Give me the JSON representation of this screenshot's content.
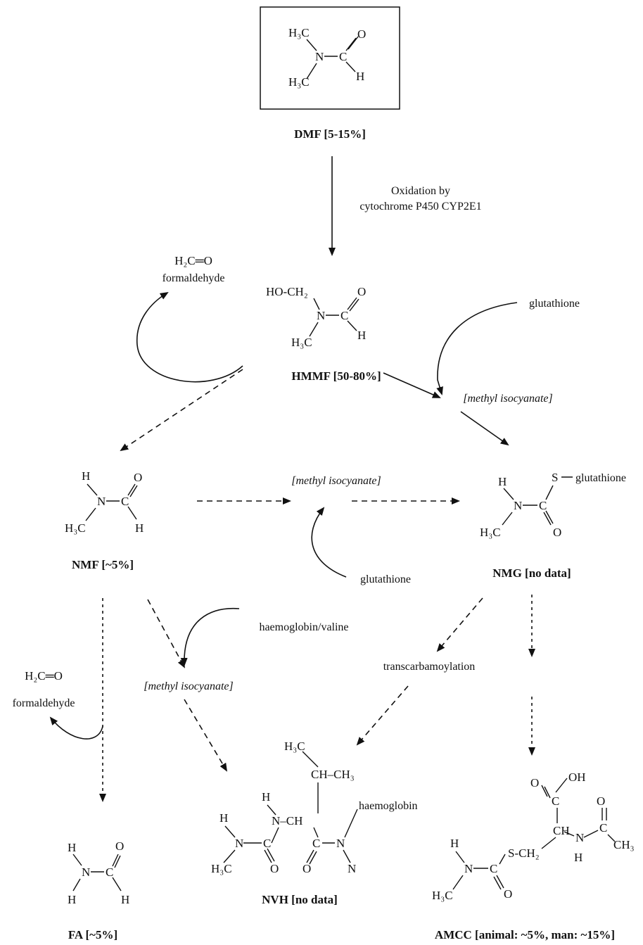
{
  "compounds": {
    "dmf": {
      "label": "DMF [5-15%]",
      "me_top": "H₃C",
      "me_bot": "H₃C",
      "n": "N",
      "c": "C",
      "o": "O",
      "h": "H"
    },
    "hmmf": {
      "label": "HMMF [50-80%]",
      "hoch2": "HO-CH₂",
      "me_bot": "H₃C",
      "n": "N",
      "c": "C",
      "o": "O",
      "h": "H"
    },
    "nmf": {
      "label": "NMF [~5%]",
      "h_n": "H",
      "me": "H₃C",
      "n": "N",
      "c": "C",
      "o": "O",
      "h": "H"
    },
    "nmg": {
      "label": "NMG [no data]",
      "h_n": "H",
      "me": "H₃C",
      "n": "N",
      "c": "C",
      "o": "O",
      "s": "S",
      "glutathione": "glutathione"
    },
    "fa": {
      "label": "FA [~5%]",
      "h_n1": "H",
      "h_n2": "H",
      "n": "N",
      "c": "C",
      "o": "O",
      "h": "H"
    },
    "nvh": {
      "label": "NVH [no data]",
      "h3c_top": "H₃C",
      "ch_ch3": "CH–CH₃",
      "h_nh": "H",
      "n_ch": "N–CH",
      "haemoglobin": "haemoglobin",
      "h_left": "H",
      "n_left": "N",
      "c_left": "C",
      "me": "H₃C",
      "o1": "O",
      "c2": "C",
      "n2": "N",
      "n3": "N",
      "o2": "O"
    },
    "amcc": {
      "label": "AMCC [animal: ~5%, man: ~15%]",
      "oh": "OH",
      "o_top": "O",
      "c_top": "C",
      "ch": "CH",
      "n": "N",
      "h_under": "H",
      "c_ac": "C",
      "o_ac": "O",
      "ch3": "CH₃",
      "s_ch2": "S-CH₂",
      "h_n": "H",
      "n2": "N",
      "c2": "C",
      "me": "H₃C",
      "o2": "O"
    }
  },
  "side_products": {
    "formaldehyde_top": {
      "formula": "H₂C═O",
      "name": "formaldehyde"
    },
    "formaldehyde_left": {
      "formula": "H₂C═O",
      "name": "formaldehyde"
    }
  },
  "annotations": {
    "oxidation_line1": "Oxidation by",
    "oxidation_line2": "cytochrome P450 CYP2E1",
    "glutathione_top": "glutathione",
    "glutathione_mid": "glutathione",
    "haemoglobin_valine": "haemoglobin/valine",
    "transcarbamoylation": "transcarbamoylation"
  },
  "intermediates": {
    "mic_top": "[methyl isocyanate]",
    "mic_mid": "[methyl isocyanate]",
    "mic_left": "[methyl isocyanate]"
  }
}
